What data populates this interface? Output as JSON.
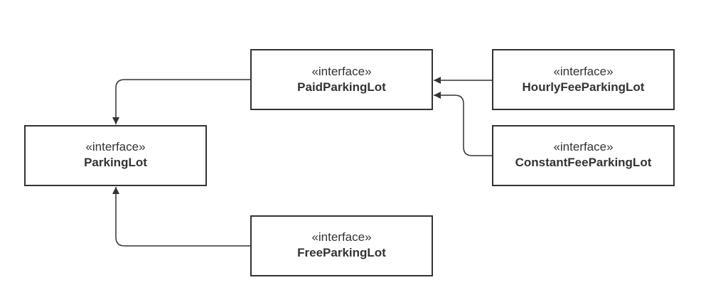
{
  "diagram": {
    "colors": {
      "stroke": "#333333",
      "text": "#333333",
      "background": "#ffffff"
    },
    "nodes": {
      "parking_lot": {
        "stereotype": "«interface»",
        "name": "ParkingLot"
      },
      "paid_parking_lot": {
        "stereotype": "«interface»",
        "name": "PaidParkingLot"
      },
      "hourly_fee_parking_lot": {
        "stereotype": "«interface»",
        "name": "HourlyFeeParkingLot"
      },
      "constant_fee_parking_lot": {
        "stereotype": "«interface»",
        "name": "ConstantFeeParkingLot"
      },
      "free_parking_lot": {
        "stereotype": "«interface»",
        "name": "FreeParkingLot"
      }
    },
    "edges": [
      {
        "from": "PaidParkingLot",
        "to": "ParkingLot"
      },
      {
        "from": "FreeParkingLot",
        "to": "ParkingLot"
      },
      {
        "from": "HourlyFeeParkingLot",
        "to": "PaidParkingLot"
      },
      {
        "from": "ConstantFeeParkingLot",
        "to": "PaidParkingLot"
      }
    ]
  }
}
